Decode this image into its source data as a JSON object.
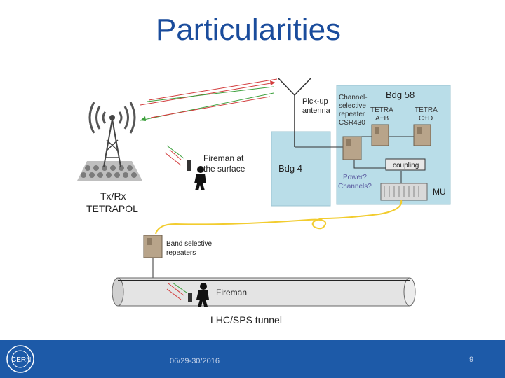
{
  "slide": {
    "title": "Particularities",
    "footer_date": "06/29-30/2016",
    "page_number": "9",
    "logo_text": "CERN"
  },
  "diagram": {
    "txrx_label": "Tx/Rx",
    "tetrapol_label": "TETRAPOL",
    "pickup_line1": "Pick-up",
    "pickup_line2": "antenna",
    "channel_line1": "Channel-",
    "channel_line2": "selective",
    "channel_line3": "repeater",
    "channel_line4": "CSR430",
    "bdg58_label": "Bdg 58",
    "tetra_ab_line1": "TETRA",
    "tetra_ab_line2": "A+B",
    "tetra_cd_line1": "TETRA",
    "tetra_cd_line2": "C+D",
    "coupling_label": "coupling",
    "power_line1": "Power?",
    "power_line2": "Channels?",
    "mu_label": "MU",
    "bdg4_label": "Bdg 4",
    "fireman_surface_line1": "Fireman at",
    "fireman_surface_line2": "the surface",
    "band_line1": "Band selective",
    "band_line2": "repeaters",
    "fireman_tunnel_label": "Fireman",
    "tunnel_label": "LHC/SPS tunnel"
  },
  "colors": {
    "title": "#1a4c9c",
    "footer": "#1d5aa8",
    "building_fill": "#b9dde8",
    "power_text": "#5a5aa0",
    "signal_red": "#d23c3c",
    "signal_green": "#3ca03c",
    "cable_yellow": "#f2cc2e"
  }
}
